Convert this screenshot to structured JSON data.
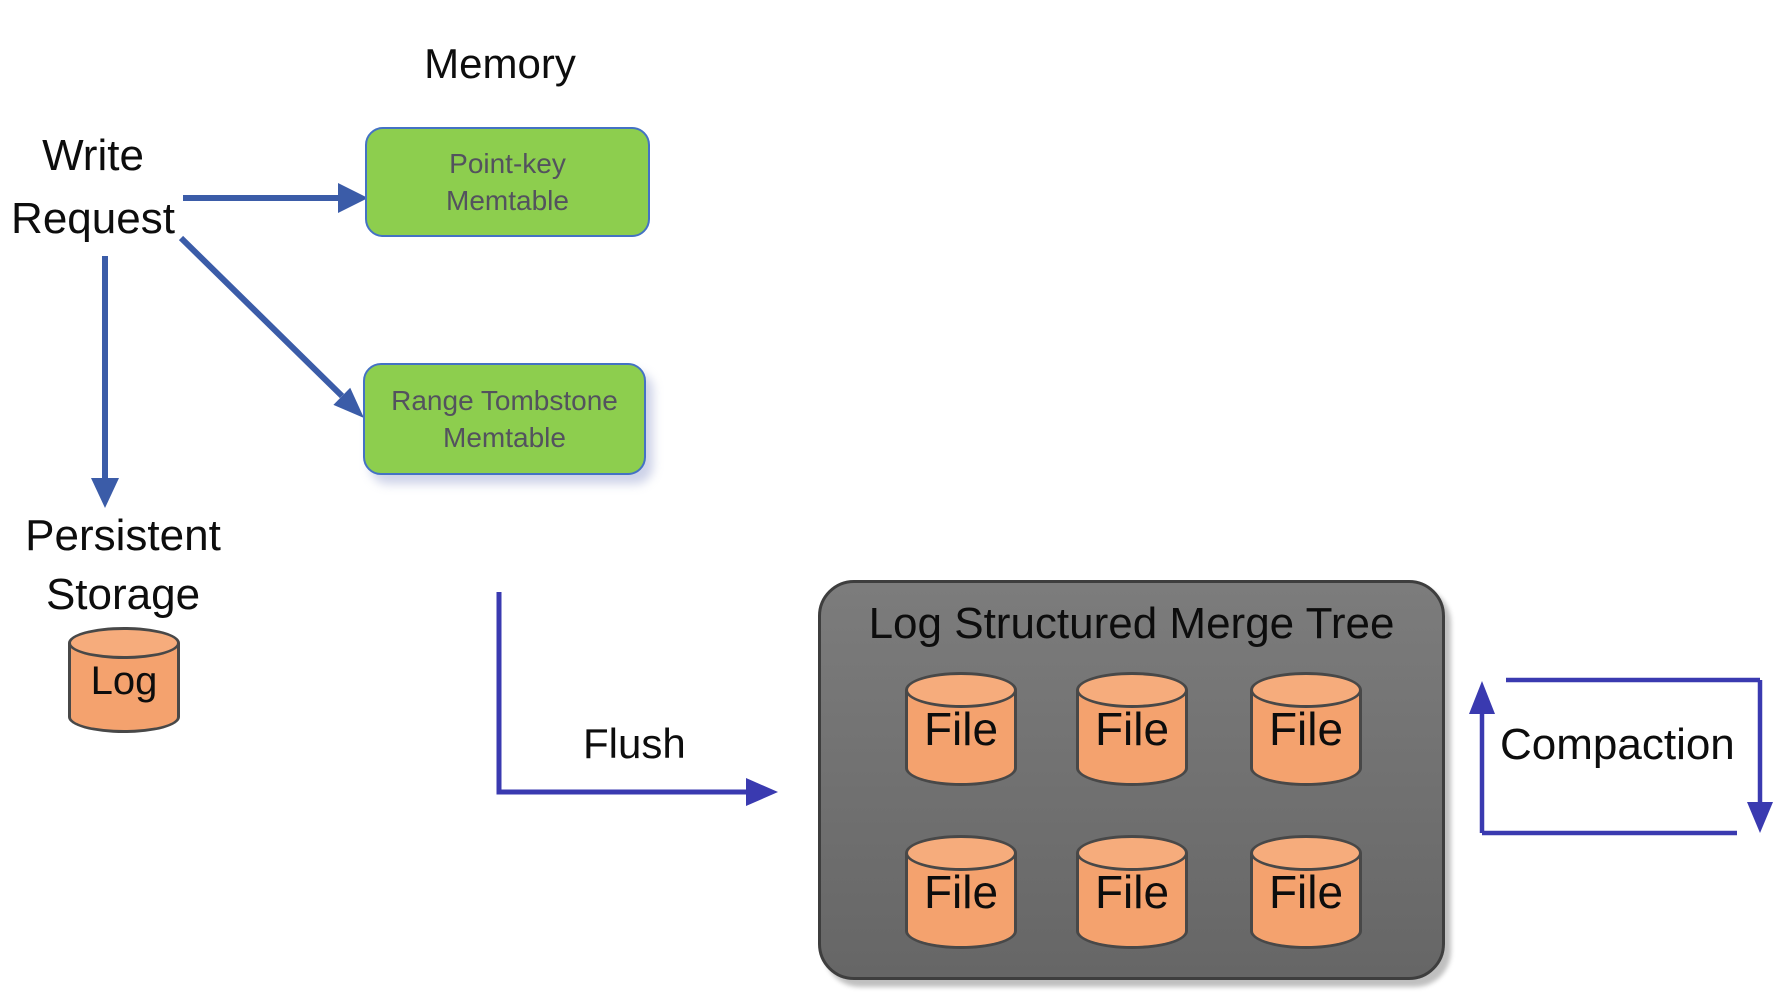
{
  "labels": {
    "memory": "Memory",
    "write_request": "Write\nRequest",
    "persistent_storage": "Persistent\nStorage",
    "flush": "Flush",
    "compaction": "Compaction"
  },
  "memtables": {
    "point_key": [
      "Point-key",
      "Memtable"
    ],
    "range_tombstone": [
      "Range Tombstone",
      "Memtable"
    ]
  },
  "log": {
    "label": "Log"
  },
  "lsm": {
    "title": "Log Structured Merge Tree",
    "files": [
      "File",
      "File",
      "File",
      "File",
      "File",
      "File"
    ]
  },
  "colors": {
    "memtable_fill": "#8dce4e",
    "memtable_border": "#4472c4",
    "memtable_text": "#53525e",
    "cylinder_fill": "#f4a26e",
    "cylinder_top_fill": "#f6ac7c",
    "cylinder_stroke": "#484848",
    "lsm_box_fill_top": "#7c7c7c",
    "lsm_box_fill_bottom": "#666666",
    "lsm_box_border": "#3e3e3e",
    "write_arrow": "#3b5ca8",
    "flow_arrow": "#3a3ab0"
  }
}
